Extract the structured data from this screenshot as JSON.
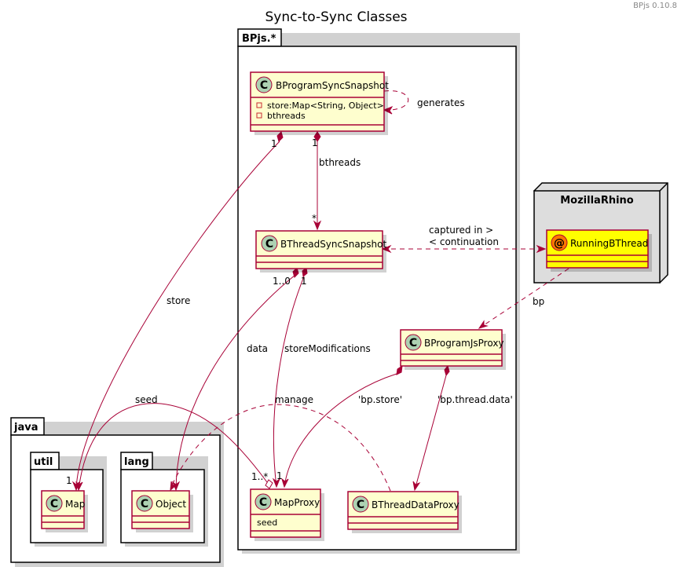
{
  "diagram": {
    "title": "Sync-to-Sync Classes",
    "version": "BPjs 0.10.8"
  },
  "packages": {
    "bpjs": "BPjs.*",
    "java": "java",
    "util": "util",
    "lang": "lang"
  },
  "nodes": {
    "mozilla_rhino": "MozillaRhino"
  },
  "classes": {
    "bprogram_sync_snapshot": {
      "name": "BProgramSyncSnapshot",
      "attributes": [
        "store:Map<String, Object>",
        "bthreads"
      ]
    },
    "bthread_sync_snapshot": {
      "name": "BThreadSyncSnapshot"
    },
    "running_bthread": {
      "name": "RunningBThread"
    },
    "bprogram_js_proxy": {
      "name": "BProgramJsProxy"
    },
    "map_proxy": {
      "name": "MapProxy",
      "attributes": [
        "seed"
      ]
    },
    "bthread_data_proxy": {
      "name": "BThreadDataProxy"
    },
    "map": {
      "name": "Map"
    },
    "object": {
      "name": "Object"
    }
  },
  "edges": {
    "generates": "generates",
    "bthreads": "bthreads",
    "bthreads_mult_from": "1",
    "bthreads_mult_to": "*",
    "store": "store",
    "store_mult_from": "1",
    "store_mult_to": "1",
    "captured_in": "captured in >",
    "continuation": "< continuation",
    "bp": "bp",
    "data": "data",
    "data_mult": "1..0",
    "store_modifications": "storeModifications",
    "store_mod_mult_from": "1",
    "store_mod_mult_to": "1",
    "seed": "seed",
    "seed_mult": "1..*",
    "manage": "manage",
    "bp_store": "'bp.store'",
    "bp_thread_data": "'bp.thread.data'"
  },
  "colors": {
    "class_fill": "#FEFECE",
    "class_border": "#A80036",
    "class_circle": "#ADD1B2",
    "annotation_circle": "#FF7700",
    "running_bthread_fill": "#FFFF00",
    "node_fill": "#DDDDDD"
  },
  "icons": {
    "class": "C",
    "annotation": "@"
  }
}
